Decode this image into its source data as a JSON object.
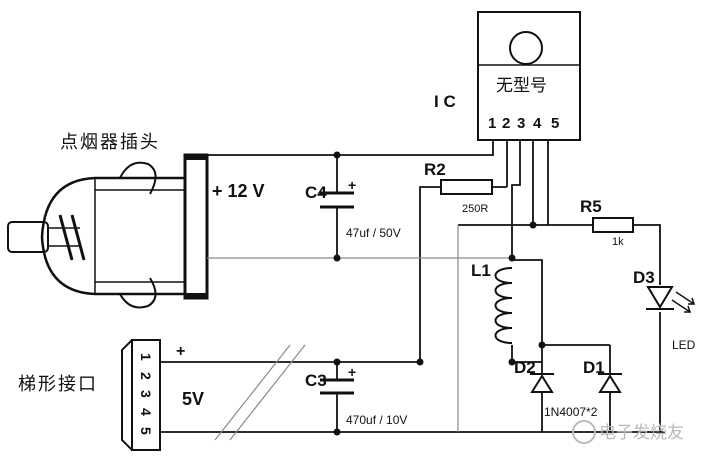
{
  "labels": {
    "plug": "点烟器插头",
    "plus12": "+ 12 V",
    "ic": "I C",
    "ic_model": "无型号",
    "ic_pins": [
      "1",
      "2",
      "3",
      "4",
      "5"
    ],
    "c4": "C4",
    "c4_plus": "+",
    "c4_value": "47uf / 50V",
    "r2": "R2",
    "r2_value": "250R",
    "r5": "R5",
    "r5_value": "1k",
    "l1": "L1",
    "d3": "D3",
    "led": "LED",
    "d2": "D2",
    "d1": "D1",
    "d2_part": "1N4007*2",
    "c3": "C3",
    "c3_plus": "+",
    "c3_value": "470uf / 10V",
    "ladder": "梯形接口",
    "five_v": "5V",
    "plus_out": "+",
    "ladder_pins": [
      "1",
      "2",
      "3",
      "4",
      "5"
    ],
    "watermark": "电子发烧友"
  },
  "colors": {
    "wire": "#111111",
    "light_wire": "#8a8a8a",
    "watermark": "#b9b9b9"
  }
}
